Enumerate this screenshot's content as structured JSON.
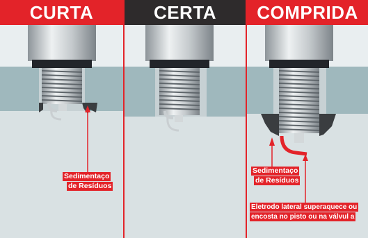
{
  "panels": [
    {
      "title": "CURTA",
      "label": [
        "Sedimentaço",
        "de Resíduos"
      ]
    },
    {
      "title": "CERTA"
    },
    {
      "title": "COMPRIDA",
      "label": [
        "Sedimentaço",
        "de Resíduos"
      ],
      "label2": [
        "Eletrodo lateral superaquece ou",
        "encosta no pisto ou na válvul a"
      ]
    }
  ],
  "colors": {
    "red": "#e32329",
    "dark": "#2e2b2c",
    "head": "#9fb8bd",
    "chamber": "#d9e1e3",
    "steel": "#b8bec2"
  }
}
